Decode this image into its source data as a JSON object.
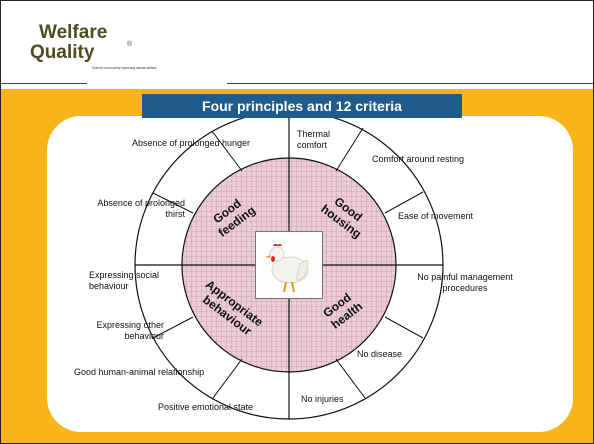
{
  "logo": {
    "line1": "Welfare",
    "line2": "Quality",
    "registered": "®",
    "tagline": "Science and society improving animal welfare"
  },
  "title": "Four principles and 12 criteria",
  "principles": [
    "Good feeding",
    "Good housing",
    "Appropriate behaviour",
    "Good health"
  ],
  "criteria": [
    "Absence of prolonged hunger",
    "Absence of prolonged thirst",
    "Thermal comfort",
    "Comfort around resting",
    "Ease of movement",
    "No painful management procedures",
    "No disease",
    "No injuries",
    "Positive emotional state",
    "Good human-animal relationship",
    "Expressing other behaviour",
    "Expressing social behaviour"
  ],
  "center_image": "hen-photo",
  "colors": {
    "brand_blue": "#1f5b8c",
    "orange_frame": "#f9b41a",
    "inner_circle_pink": "#e8c6d2",
    "logo_olive": "#4d4d1f"
  }
}
